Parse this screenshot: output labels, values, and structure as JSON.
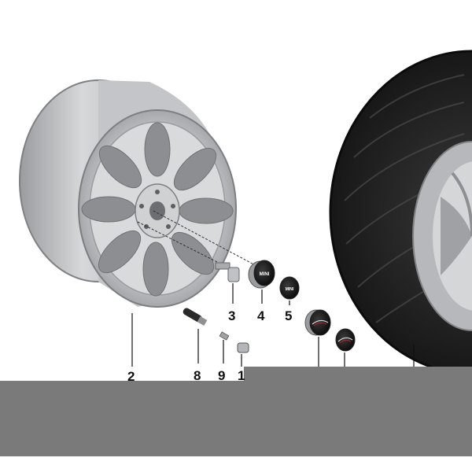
{
  "diagram": {
    "callouts": [
      {
        "id": "wheel",
        "label": "2"
      },
      {
        "id": "bolt",
        "label": "3"
      },
      {
        "id": "hub-cap-large",
        "label": "4"
      },
      {
        "id": "hub-cap-small",
        "label": "5"
      },
      {
        "id": "valve",
        "label": "8"
      },
      {
        "id": "valve-core",
        "label": "9"
      },
      {
        "id": "valve-cap",
        "label": "1"
      }
    ],
    "cap_text_large": "MINI",
    "cap_text_small": "MINI"
  },
  "colors": {
    "wheel_silver": "#c8cacd",
    "tire_black": "#1e1e1e",
    "band_grey": "#7a7a7a"
  }
}
